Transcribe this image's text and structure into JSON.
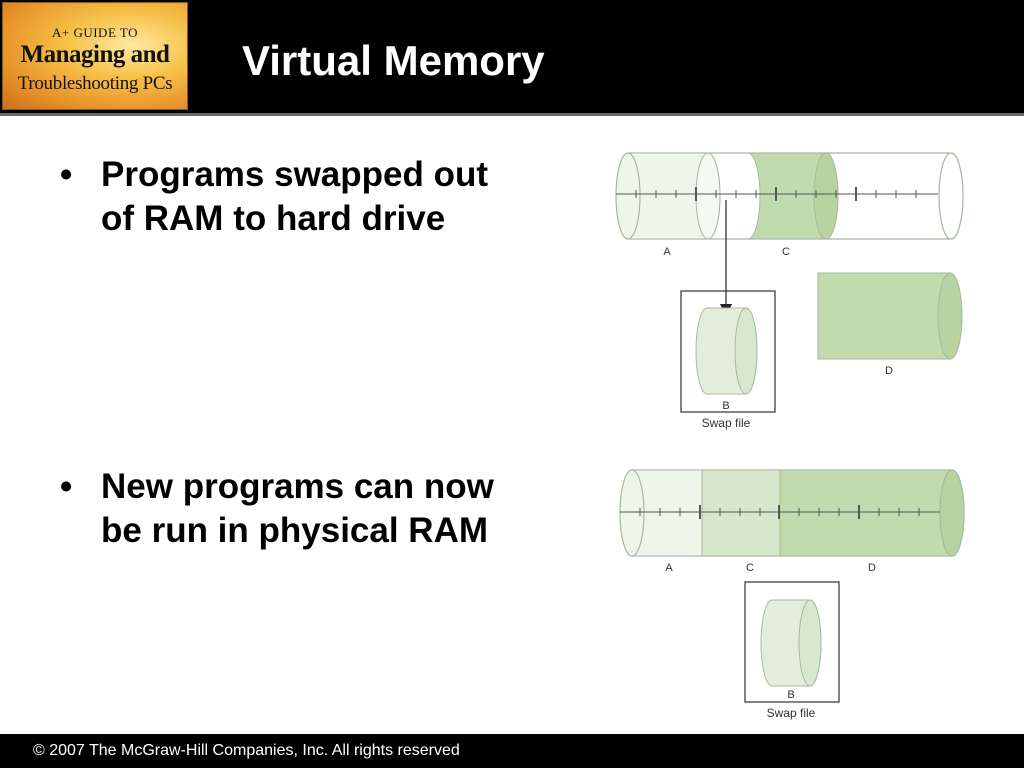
{
  "header": {
    "logo": {
      "line1": "A+ GUIDE TO",
      "line2": "Managing and",
      "line3": "Troubleshooting PCs"
    },
    "title": "Virtual Memory"
  },
  "bullets": [
    {
      "lines": [
        "Programs swapped out",
        "of RAM to hard drive"
      ]
    },
    {
      "lines": [
        "New programs can now",
        "be run in physical RAM"
      ]
    }
  ],
  "diagram_top": {
    "ram_labels": [
      "A",
      "C"
    ],
    "swap_label": "B",
    "swap_caption": "Swap file",
    "standalone_label": "D"
  },
  "diagram_bottom": {
    "ram_labels": [
      "A",
      "C",
      "D"
    ],
    "swap_label": "B",
    "swap_caption": "Swap file"
  },
  "colors": {
    "segment_a": "#eef6ea",
    "segment_c_light": "#d6e7cc",
    "segment_green": "#c1daae",
    "outline": "#a9b8a0",
    "header_bg": "#000000"
  },
  "footer": {
    "copyright": "© 2007 The McGraw-Hill Companies, Inc. All rights reserved"
  }
}
